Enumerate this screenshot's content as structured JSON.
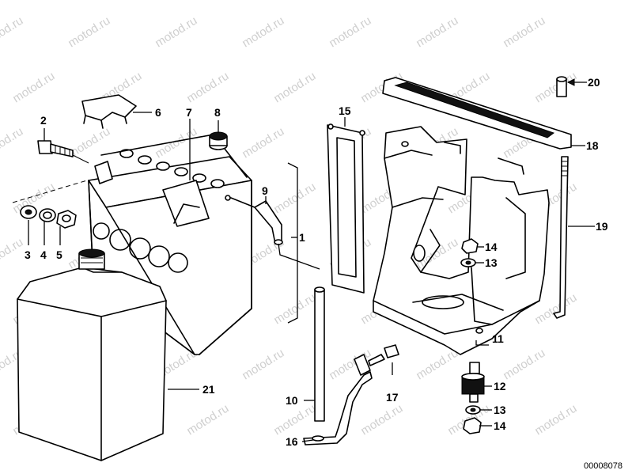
{
  "watermark": "motod.ru",
  "diagram_code": "00008078",
  "parts": [
    {
      "id": "p1",
      "label": "1"
    },
    {
      "id": "p2",
      "label": "2"
    },
    {
      "id": "p3",
      "label": "3"
    },
    {
      "id": "p4",
      "label": "4"
    },
    {
      "id": "p5",
      "label": "5"
    },
    {
      "id": "p6",
      "label": "6"
    },
    {
      "id": "p7",
      "label": "7"
    },
    {
      "id": "p8",
      "label": "8"
    },
    {
      "id": "p9",
      "label": "9"
    },
    {
      "id": "p10",
      "label": "10"
    },
    {
      "id": "p11",
      "label": "11"
    },
    {
      "id": "p12",
      "label": "12"
    },
    {
      "id": "p13a",
      "label": "13"
    },
    {
      "id": "p13b",
      "label": "13"
    },
    {
      "id": "p14a",
      "label": "14"
    },
    {
      "id": "p14b",
      "label": "14"
    },
    {
      "id": "p15",
      "label": "15"
    },
    {
      "id": "p16",
      "label": "16"
    },
    {
      "id": "p17",
      "label": "17"
    },
    {
      "id": "p18",
      "label": "18"
    },
    {
      "id": "p19",
      "label": "19"
    },
    {
      "id": "p20",
      "label": "20"
    },
    {
      "id": "p21",
      "label": "21"
    }
  ]
}
